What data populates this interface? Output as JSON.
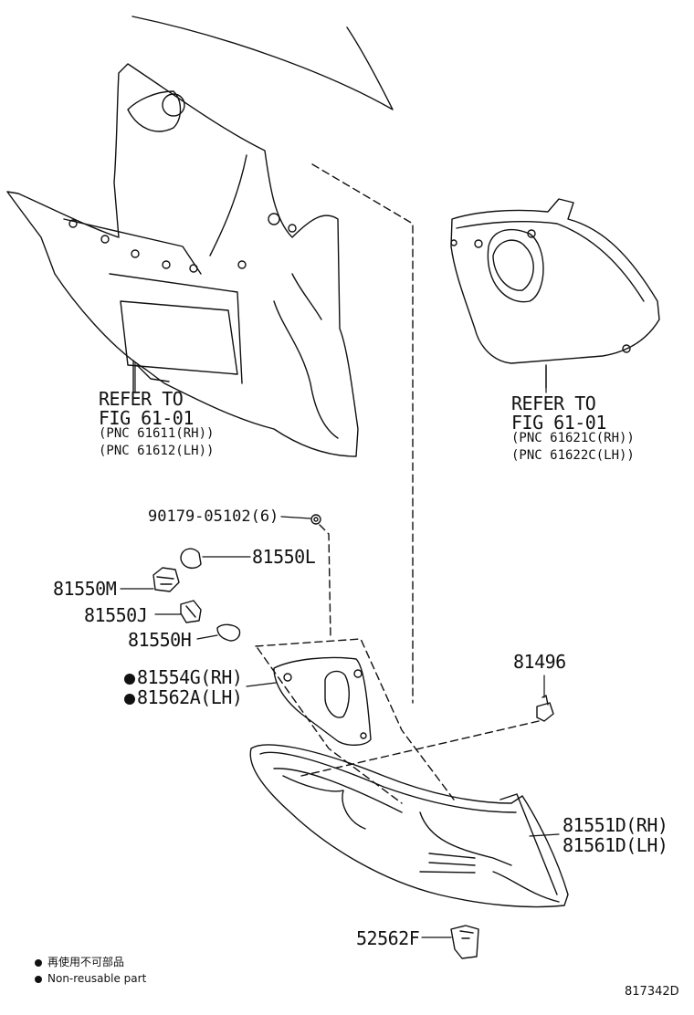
{
  "upper_left_ref": {
    "line1": "REFER TO",
    "line2": "FIG 61-01",
    "line3": "(PNC 61611(RH))",
    "line4": "(PNC 61612(LH))"
  },
  "upper_right_ref": {
    "line1": "REFER TO",
    "line2": "FIG 61-01",
    "line3": "(PNC 61621C(RH))",
    "line4": "(PNC 61622C(LH))"
  },
  "parts": {
    "screw": "90179-05102(6)",
    "bulb_l": "81550L",
    "socket_m": "81550M",
    "socket_j": "81550J",
    "bulb_h": "81550H",
    "gasket_rh": "81554G(RH)",
    "gasket_lh": "81562A(LH)",
    "clip": "81496",
    "lamp_rh": "81551D(RH)",
    "lamp_lh": "81561D(LH)",
    "retainer": "52562F"
  },
  "legend": {
    "line_jp": "再使用不可部品",
    "line_en": "Non-reusable part"
  },
  "figure_code": "817342D",
  "icons": {
    "legend_marker": "filled-circle",
    "non_reusable_marker": "filled-circle"
  },
  "colors": {
    "ink": "#111111",
    "background": "#ffffff"
  }
}
